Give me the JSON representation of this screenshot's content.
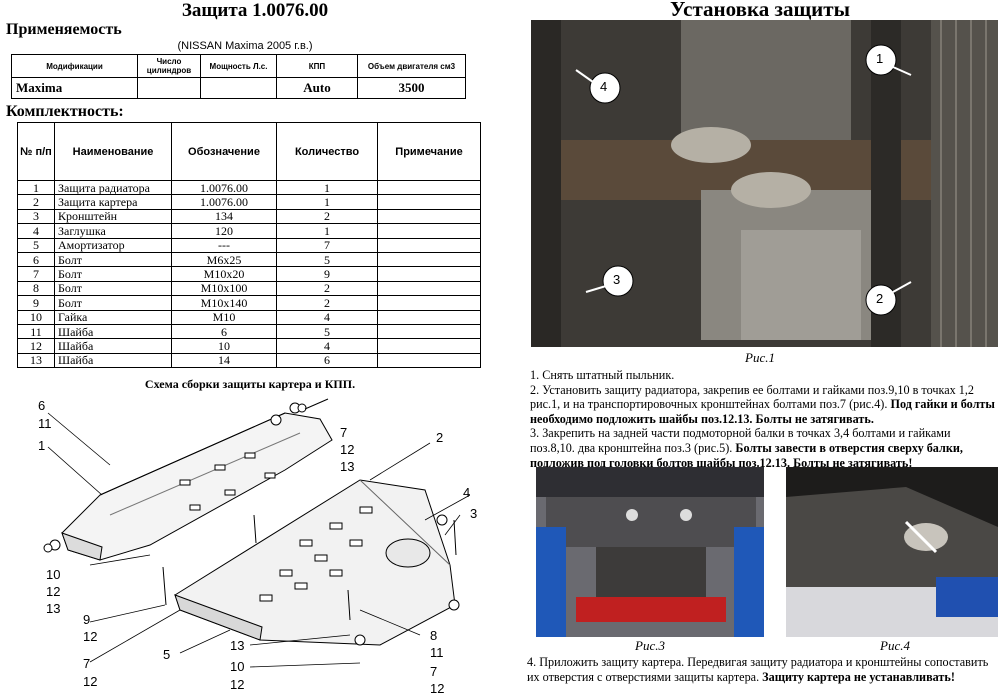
{
  "title": "Защита 1.0076.00",
  "install_title": "Установка защиты",
  "applicability": {
    "heading": "Применяемость",
    "vehicle": "(NISSAN Maxima 2005 г.в.)",
    "headers": [
      "Модификации",
      "Число цилиндров",
      "Мощность Л.с.",
      "КПП",
      "Объем двигателя см3"
    ],
    "row": [
      "Maxima",
      "",
      "",
      "Auto",
      "3500"
    ]
  },
  "kit": {
    "heading": "Комплектность:",
    "headers": [
      "№ п/п",
      "Наименование",
      "Обозначение",
      "Количество",
      "Примечание"
    ],
    "rows": [
      [
        "1",
        "Защита радиатора",
        "1.0076.00",
        "1",
        ""
      ],
      [
        "2",
        "Защита картера",
        "1.0076.00",
        "1",
        ""
      ],
      [
        "3",
        "Кронштейн",
        "134",
        "2",
        ""
      ],
      [
        "4",
        "Заглушка",
        "120",
        "1",
        ""
      ],
      [
        "5",
        "Амортизатор",
        "---",
        "7",
        ""
      ],
      [
        "6",
        "Болт",
        "М6х25",
        "5",
        ""
      ],
      [
        "7",
        "Болт",
        "М10х20",
        "9",
        ""
      ],
      [
        "8",
        "Болт",
        "М10х100",
        "2",
        ""
      ],
      [
        "9",
        "Болт",
        "М10х140",
        "2",
        ""
      ],
      [
        "10",
        "Гайка",
        "М10",
        "4",
        ""
      ],
      [
        "11",
        "Шайба",
        "6",
        "5",
        ""
      ],
      [
        "12",
        "Шайба",
        "10",
        "4",
        ""
      ],
      [
        "13",
        "Шайба",
        "14",
        "6",
        ""
      ]
    ]
  },
  "schema": {
    "caption": "Схема сборки защиты картера и КПП.",
    "labels": {
      "l6": "6",
      "l11a": "11",
      "l1": "1",
      "l7a": "7",
      "l12a": "12",
      "l13a": "13",
      "l2": "2",
      "l4": "4",
      "l3": "3",
      "l10a": "10",
      "l12b": "12",
      "l13b": "13",
      "l9": "9",
      "l12c": "12",
      "l5": "5",
      "l13c": "13",
      "l8": "8",
      "l11b": "11",
      "l7b": "7",
      "l12d": "12",
      "l10b": "10",
      "l12e": "12",
      "l7c": "7",
      "l12f": "12"
    }
  },
  "photo1": {
    "caption": "Рис.1",
    "markers": [
      "1",
      "2",
      "3",
      "4"
    ]
  },
  "photo3": {
    "caption": "Рис.3"
  },
  "photo4": {
    "caption": "Рис.4"
  },
  "instructions": {
    "s1": "1. Снять штатный пыльник.",
    "s2_plain": "2. Установить защиту радиатора, закрепив ее болтами и гайками поз.9,10 в точках 1,2 рис.1, и на транспортировочных кронштейнах болтами поз.7 (рис.4). ",
    "s2_bold": "Под гайки и болты необходимо подложить шайбы поз.12.13. Болты не затягивать.",
    "s3_plain": "3. Закрепить на задней части подмоторной балки в точках 3,4 болтами и гайками поз.8,10. два кронштейна поз.3 (рис.5). ",
    "s3_bold": "Болты завести в отверстия сверху балки, подложив под головки болтов шайбы поз.12.13. Болты не затягивать!",
    "s4_plain": "4. Приложить защиту картера. Передвигая защиту радиатора и кронштейны сопоставить их отверстия с отверстиями защиты картера. ",
    "s4_bold": "Защиту картера не устанавливать!"
  }
}
